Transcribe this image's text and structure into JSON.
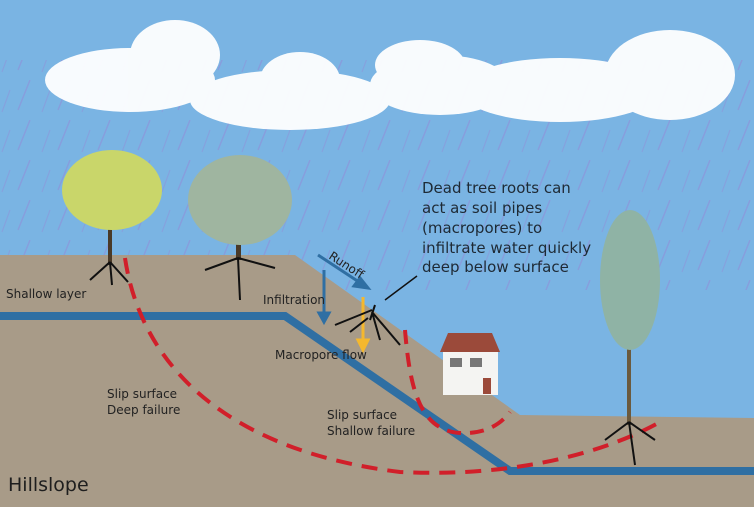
{
  "title": "Hillslope",
  "callout": [
    "Dead tree roots can",
    "act as soil pipes",
    "(macropores) to",
    "infiltrate water quickly",
    "deep below surface"
  ],
  "labels": {
    "shallow_layer": "Shallow layer",
    "infiltration": "Infiltration",
    "runoff": "Runoff",
    "macropore_flow": "Macropore flow",
    "deep_1": "Slip surface",
    "deep_2": "Deep failure",
    "shallow_1": "Slip surface",
    "shallow_2": "Shallow failure"
  },
  "colors": {
    "sky": "#7ab4e3",
    "ground": "#a89b88",
    "layer": "#2f6fa3",
    "slip": "#d11f2a",
    "macropore": "#f5b82e"
  }
}
